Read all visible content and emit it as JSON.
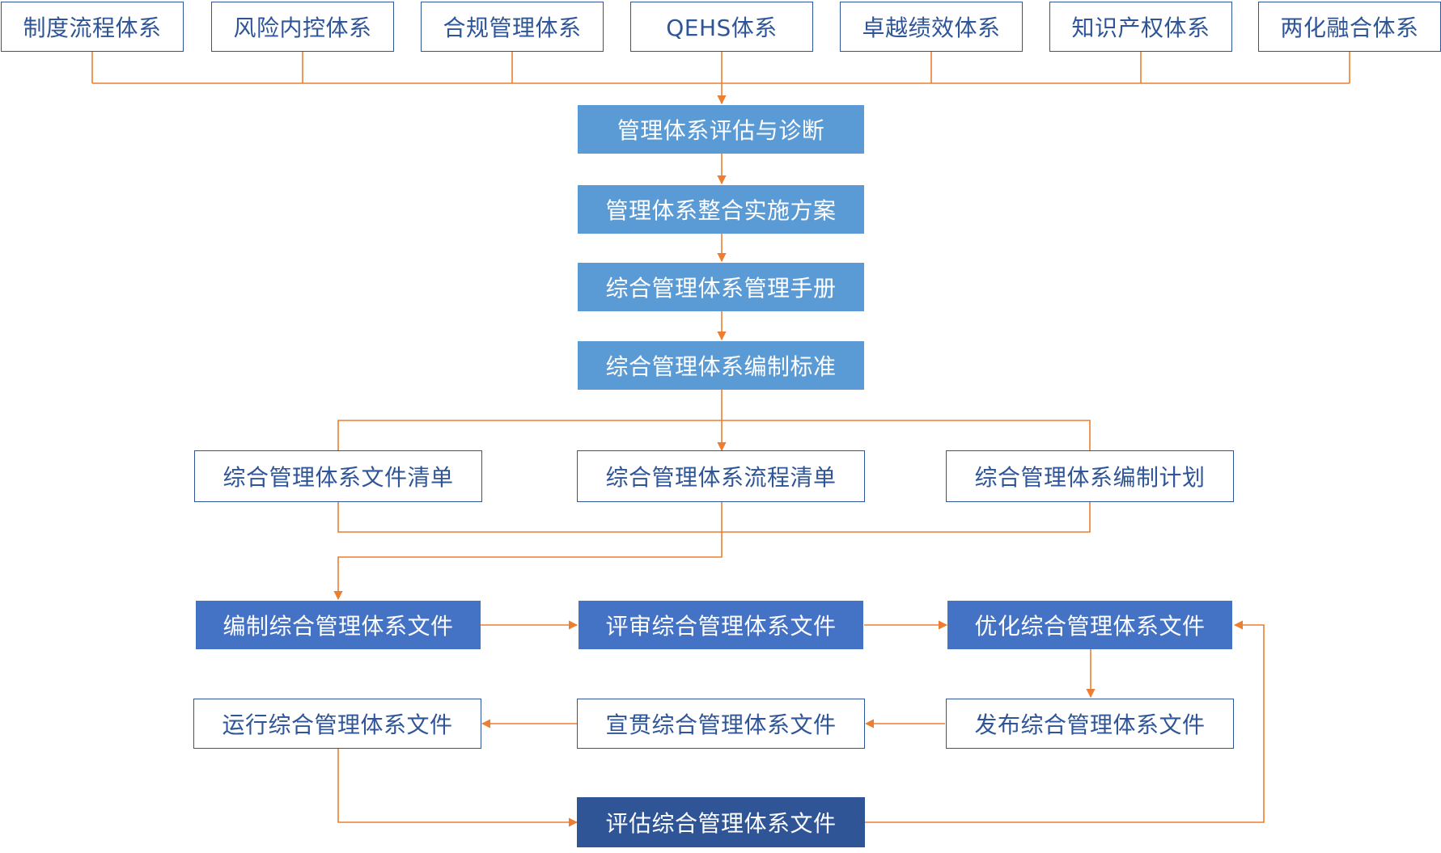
{
  "diagram": {
    "top_systems": [
      "制度流程体系",
      "风险内控体系",
      "合规管理体系",
      "QEHS体系",
      "卓越绩效体系",
      "知识产权体系",
      "两化融合体系"
    ],
    "main_steps": [
      "管理体系评估与诊断",
      "管理体系整合实施方案",
      "综合管理体系管理手册",
      "综合管理体系编制标准"
    ],
    "lists": [
      "综合管理体系文件清单",
      "综合管理体系流程清单",
      "综合管理体系编制计划"
    ],
    "cycle": {
      "compile": "编制综合管理体系文件",
      "review": "评审综合管理体系文件",
      "optimize": "优化综合管理体系文件",
      "publish": "发布综合管理体系文件",
      "promote": "宣贯综合管理体系文件",
      "operate": "运行综合管理体系文件",
      "evaluate": "评估综合管理体系文件"
    },
    "colors": {
      "connector": "#ed7d31",
      "outline_text": "#2e5597",
      "light_blue": "#5b9bd5",
      "medium_blue": "#4472c4",
      "dark_blue": "#2f5597"
    }
  }
}
